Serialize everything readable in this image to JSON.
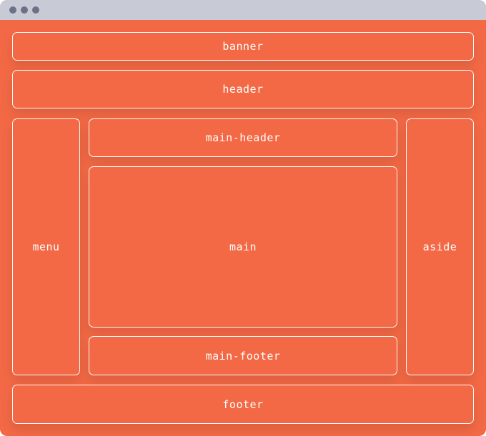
{
  "window": {
    "controls": [
      "dot",
      "dot",
      "dot"
    ]
  },
  "layout": {
    "banner": "banner",
    "header": "header",
    "menu": "menu",
    "main_header": "main-header",
    "main": "main",
    "main_footer": "main-footer",
    "aside": "aside",
    "footer": "footer"
  },
  "colors": {
    "background": "#f36945",
    "titlebar": "#c8cad6",
    "window_dot": "#6d7185",
    "border": "#ffffff"
  }
}
